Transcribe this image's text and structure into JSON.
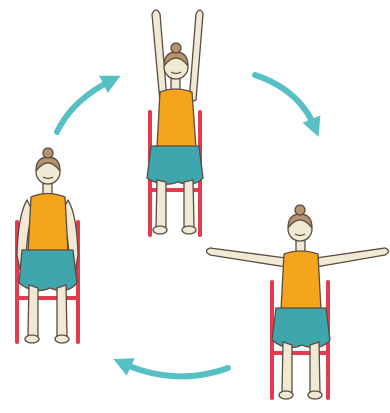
{
  "illustration": {
    "steps": [
      {
        "pose": "arms-down",
        "position": "left"
      },
      {
        "pose": "arms-up",
        "position": "top"
      },
      {
        "pose": "arms-out",
        "position": "right"
      }
    ],
    "cycle_direction": "clockwise",
    "colors": {
      "tank_top": "#f5a51b",
      "shorts": "#3fa6ad",
      "skin": "#f0ead4",
      "hair": "#b3946e",
      "chair": "#e63a4f",
      "arrow": "#57c0c4",
      "outline": "#5a4a3f"
    }
  }
}
